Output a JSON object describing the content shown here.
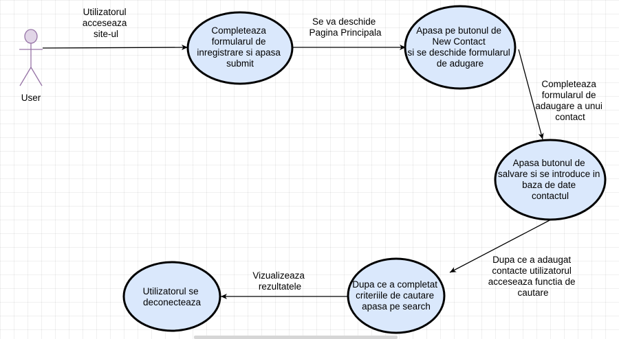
{
  "actor": {
    "label": "User"
  },
  "nodes": [
    {
      "id": "register",
      "lines": [
        "Completeaza",
        "formularul de",
        "inregistrare si apasa",
        "submit"
      ]
    },
    {
      "id": "new-contact",
      "lines": [
        "Apasa pe butonul de",
        "New Contact",
        "si se deschide formularul",
        "de adugare"
      ]
    },
    {
      "id": "save",
      "lines": [
        "Apasa butonul de",
        "salvare si se introduce in",
        "baza de date",
        "contactul"
      ]
    },
    {
      "id": "search",
      "lines": [
        "Dupa ce a completat",
        "criteriile de cautare",
        "apasa pe search"
      ]
    },
    {
      "id": "logout",
      "lines": [
        "Utilizatorul se",
        "deconecteaza"
      ]
    }
  ],
  "edges": [
    {
      "id": "actor-to-register",
      "lines": [
        "Utilizatorul",
        "acceseaza",
        "site-ul"
      ]
    },
    {
      "id": "register-to-new-contact",
      "lines": [
        "Se va deschide",
        "Pagina Principala"
      ]
    },
    {
      "id": "new-contact-to-save",
      "lines": [
        "Completeaza",
        "formularul de",
        "adaugare a unui",
        "contact"
      ]
    },
    {
      "id": "save-to-search",
      "lines": [
        "Dupa ce a adaugat",
        "contacte utilizatorul",
        "acceseaza functia de",
        "cautare"
      ]
    },
    {
      "id": "search-to-logout",
      "lines": [
        "Vizualizeaza",
        "rezultatele"
      ]
    }
  ],
  "colors": {
    "node_fill": "#dae8fc",
    "node_stroke": "#000000",
    "actor_fill": "#e1d5e7",
    "actor_stroke": "#9673a6",
    "edge": "#000000"
  }
}
